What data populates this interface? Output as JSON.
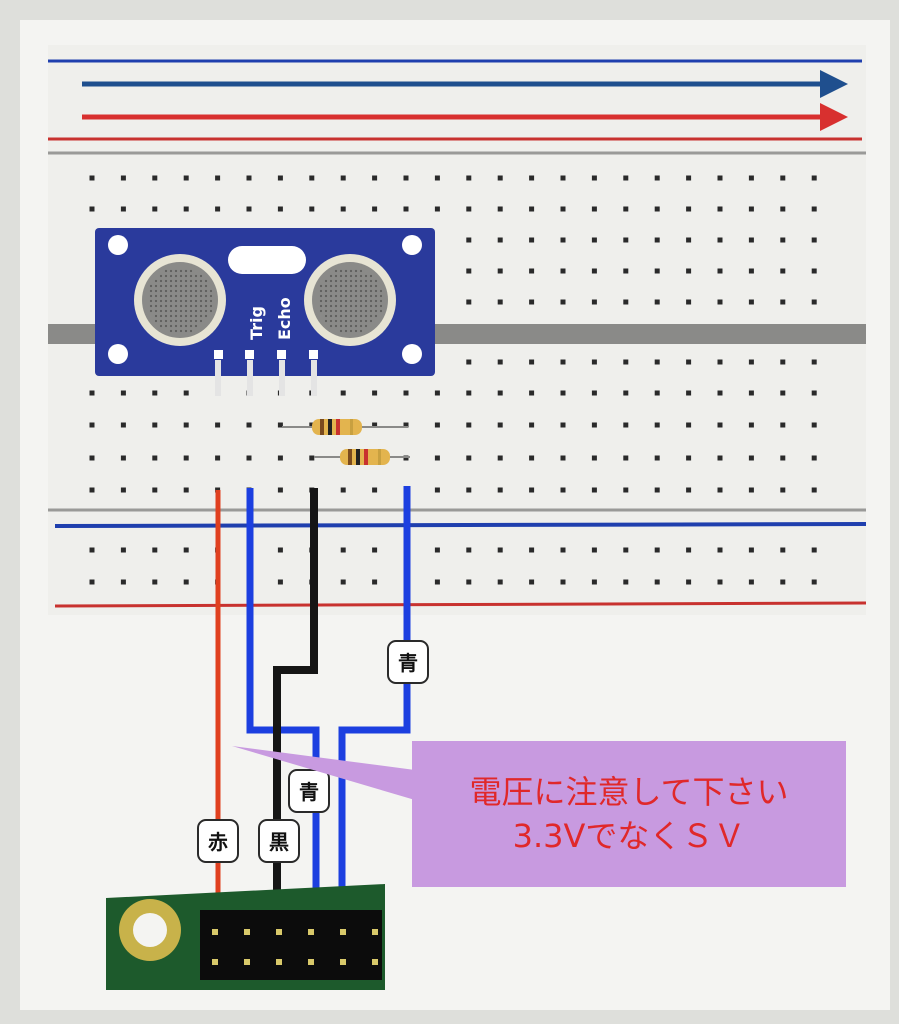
{
  "sensor": {
    "pin_labels": [
      "Trig",
      "Echo"
    ]
  },
  "wire_tags": {
    "red": "赤",
    "black": "黒",
    "blue_left": "青",
    "blue_right": "青"
  },
  "callout": {
    "line1": "電圧に注意して下さい",
    "line2": "3.3VでなくＳＶ"
  },
  "colors": {
    "board_bg": "#efefec",
    "rail_blue": "#1f3fae",
    "rail_red": "#c8322f",
    "sensor_blue": "#2a3a9c",
    "wire_red": "#e0401f",
    "wire_blue": "#1c3fe0",
    "wire_black": "#151515",
    "callout_bg": "#c89ae0",
    "callout_text": "#e0282a",
    "pcb_green": "#1d5a2c",
    "pad_gold": "#c8b24a"
  }
}
